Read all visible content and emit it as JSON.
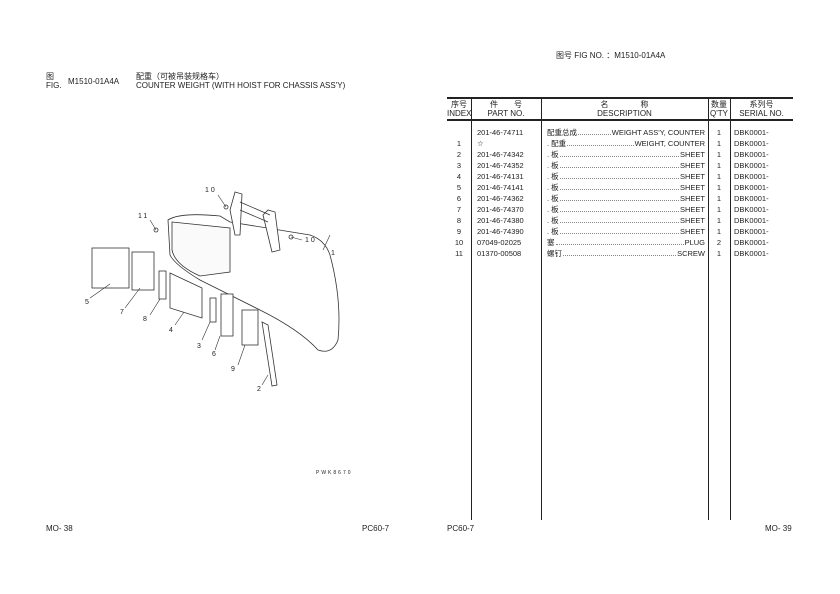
{
  "header": {
    "fig_label_cn": "图号",
    "fig_label": "FIG NO.",
    "fig_no": "M1510-01A4A"
  },
  "figure": {
    "fig_cn": "图",
    "fig_en": "FIG.",
    "code": "M1510-01A4A",
    "title_cn": "配重（可被吊装规格车）",
    "title_en": "COUNTER WEIGHT (WITH HOIST FOR CHASSIS ASS'Y)",
    "drawing_id": "PWK8670",
    "callouts": [
      "1",
      "2",
      "3",
      "4",
      "5",
      "6",
      "7",
      "8",
      "9",
      "10",
      "10",
      "11"
    ]
  },
  "table": {
    "headers": [
      {
        "cn": "序号",
        "en": "INDEX"
      },
      {
        "cn": "件　　号",
        "en": "PART NO."
      },
      {
        "cn": "名　　　　称",
        "en": "DESCRIPTION"
      },
      {
        "cn": "数量",
        "en": "Q'TY"
      },
      {
        "cn": "系列号",
        "en": "SERIAL NO."
      }
    ],
    "rows": [
      {
        "index": "",
        "part": "201-46-74711",
        "cn": "配重总成",
        "en": "WEIGHT ASS'Y, COUNTER",
        "qty": "1",
        "serial": "DBK0001-"
      },
      {
        "index": "1",
        "part": "☆",
        "cn": ". 配重",
        "en": "WEIGHT, COUNTER",
        "qty": "1",
        "serial": "DBK0001-"
      },
      {
        "index": "2",
        "part": "201-46-74342",
        "cn": ". 板",
        "en": "SHEET",
        "qty": "1",
        "serial": "DBK0001-"
      },
      {
        "index": "3",
        "part": "201-46-74352",
        "cn": ". 板",
        "en": "SHEET",
        "qty": "1",
        "serial": "DBK0001-"
      },
      {
        "index": "4",
        "part": "201-46-74131",
        "cn": ". 板",
        "en": "SHEET",
        "qty": "1",
        "serial": "DBK0001-"
      },
      {
        "index": "5",
        "part": "201-46-74141",
        "cn": ". 板",
        "en": "SHEET",
        "qty": "1",
        "serial": "DBK0001-"
      },
      {
        "index": "6",
        "part": "201-46-74362",
        "cn": ". 板",
        "en": "SHEET",
        "qty": "1",
        "serial": "DBK0001-"
      },
      {
        "index": "7",
        "part": "201-46-74370",
        "cn": ". 板",
        "en": "SHEET",
        "qty": "1",
        "serial": "DBK0001-"
      },
      {
        "index": "8",
        "part": "201-46-74380",
        "cn": ". 板",
        "en": "SHEET",
        "qty": "1",
        "serial": "DBK0001-"
      },
      {
        "index": "9",
        "part": "201-46-74390",
        "cn": ". 板",
        "en": "SHEET",
        "qty": "1",
        "serial": "DBK0001-"
      },
      {
        "index": "10",
        "part": "07049-02025",
        "cn": "塞",
        "en": "PLUG",
        "qty": "2",
        "serial": "DBK0001-"
      },
      {
        "index": "11",
        "part": "01370-00508",
        "cn": "螺钉",
        "en": "SCREW",
        "qty": "1",
        "serial": "DBK0001-"
      }
    ]
  },
  "footer": {
    "left_page": "MO- 38",
    "left_model": "PC60-7",
    "right_model": "PC60-7",
    "right_page": "MO- 39"
  }
}
